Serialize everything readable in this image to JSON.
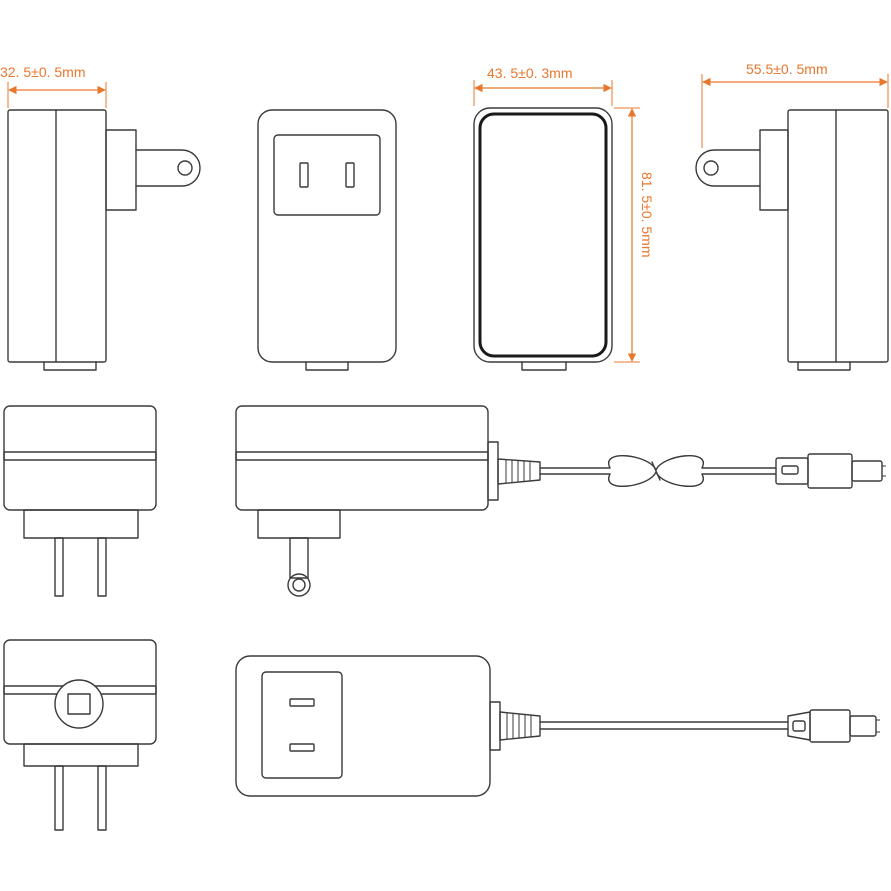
{
  "colors": {
    "dimension": "#e8772e",
    "outline": "#3a3a3a",
    "background": "#ffffff"
  },
  "dimensions": {
    "side_left_width": "32. 5±0. 5mm",
    "front_width": "43. 5±0. 3mm",
    "front_height": "81. 5±0. 5mm",
    "side_right_width": "55.5±0. 5mm"
  }
}
